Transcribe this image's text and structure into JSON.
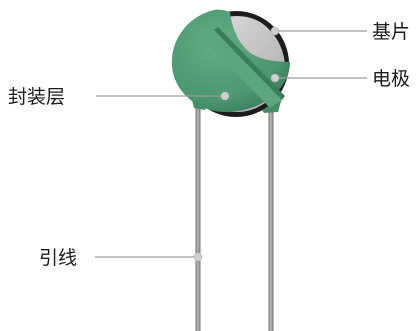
{
  "labels": {
    "substrate": "基片",
    "electrode": "电极",
    "encapsulation": "封装层",
    "lead_wire": "引线"
  },
  "colors": {
    "coating_green": "#4f9a72",
    "coating_dark": "#3d7f5b",
    "coating_light": "#6ab48a",
    "electrode_silver": "#c9c9c9",
    "rim_black": "#1c1c1c",
    "lead_gray": "#8a8d88",
    "leader_gray": "#9a9a9a"
  }
}
